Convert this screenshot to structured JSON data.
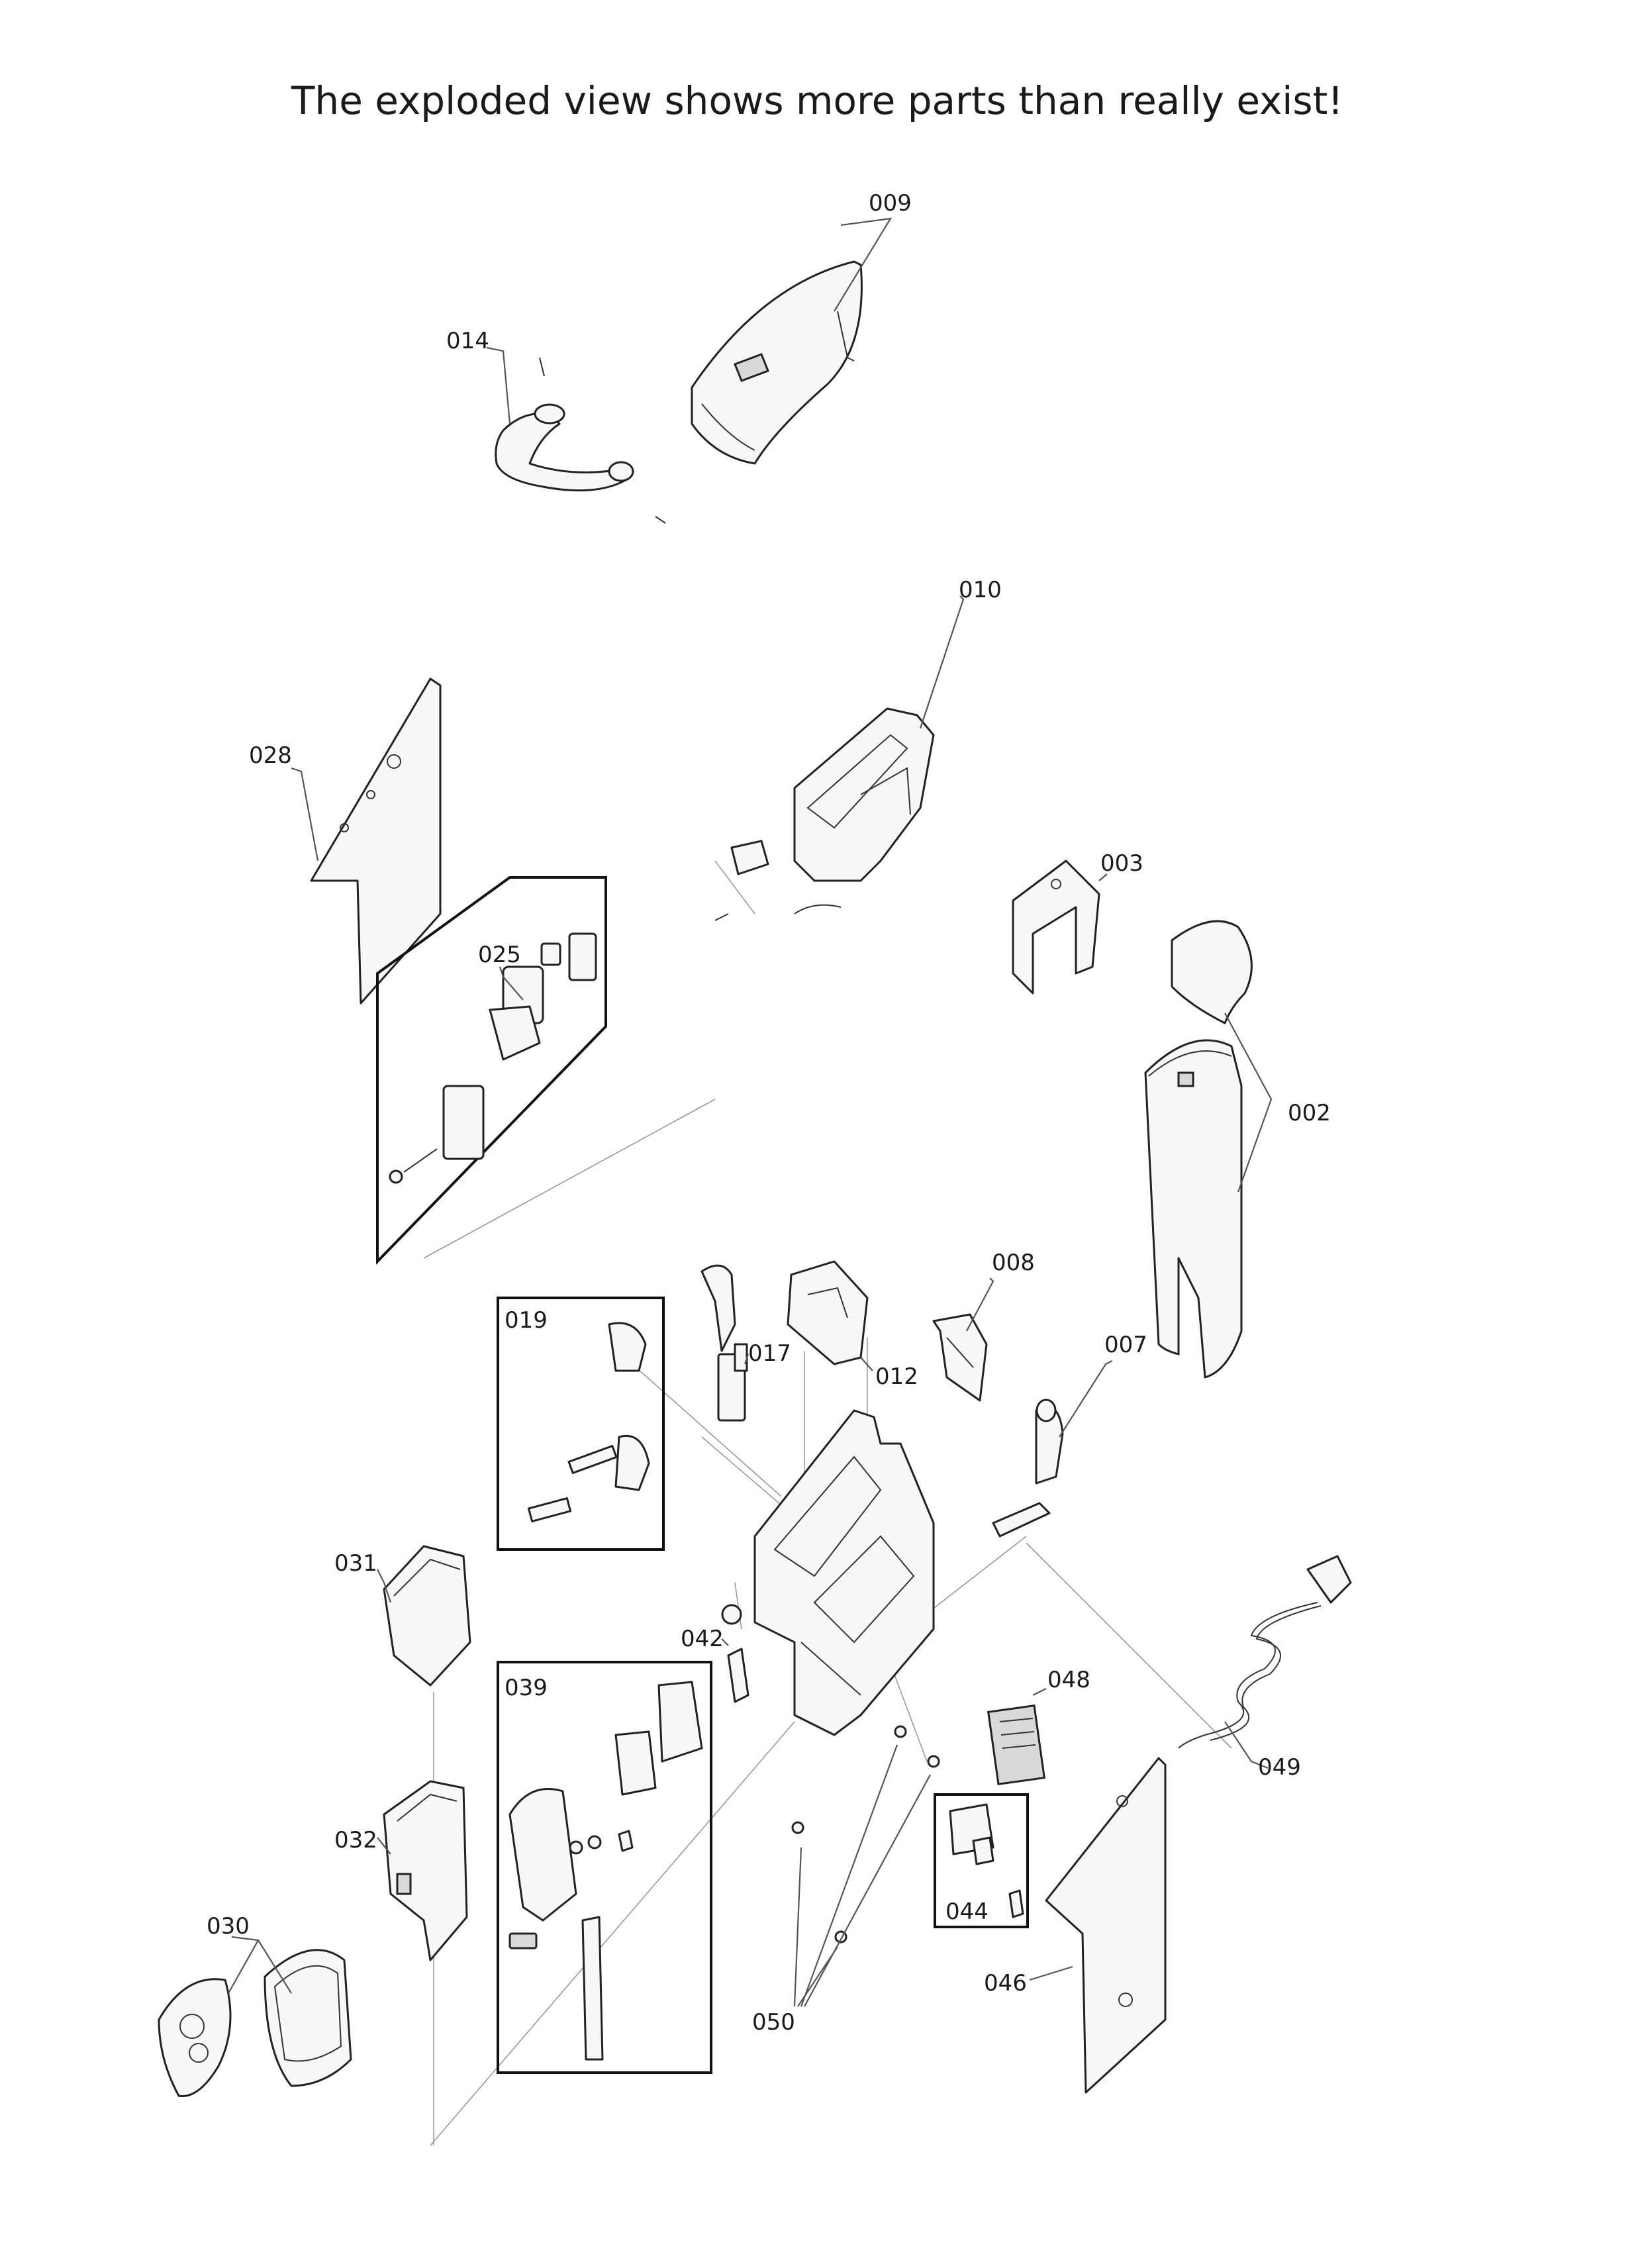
{
  "notice": "The exploded view shows more parts than really exist!",
  "parts": [
    {
      "id": "p009",
      "label": "009"
    },
    {
      "id": "p014",
      "label": "014"
    },
    {
      "id": "p010",
      "label": "010"
    },
    {
      "id": "p028",
      "label": "028"
    },
    {
      "id": "p025",
      "label": "025"
    },
    {
      "id": "p003",
      "label": "003"
    },
    {
      "id": "p002",
      "label": "002"
    },
    {
      "id": "p008",
      "label": "008"
    },
    {
      "id": "p019",
      "label": "019"
    },
    {
      "id": "p017",
      "label": "017"
    },
    {
      "id": "p012",
      "label": "012"
    },
    {
      "id": "p007",
      "label": "007"
    },
    {
      "id": "p031",
      "label": "031"
    },
    {
      "id": "p042",
      "label": "042"
    },
    {
      "id": "p039",
      "label": "039"
    },
    {
      "id": "p048",
      "label": "048"
    },
    {
      "id": "p049",
      "label": "049"
    },
    {
      "id": "p032",
      "label": "032"
    },
    {
      "id": "p030",
      "label": "030"
    },
    {
      "id": "p044",
      "label": "044"
    },
    {
      "id": "p046",
      "label": "046"
    },
    {
      "id": "p050",
      "label": "050"
    }
  ]
}
